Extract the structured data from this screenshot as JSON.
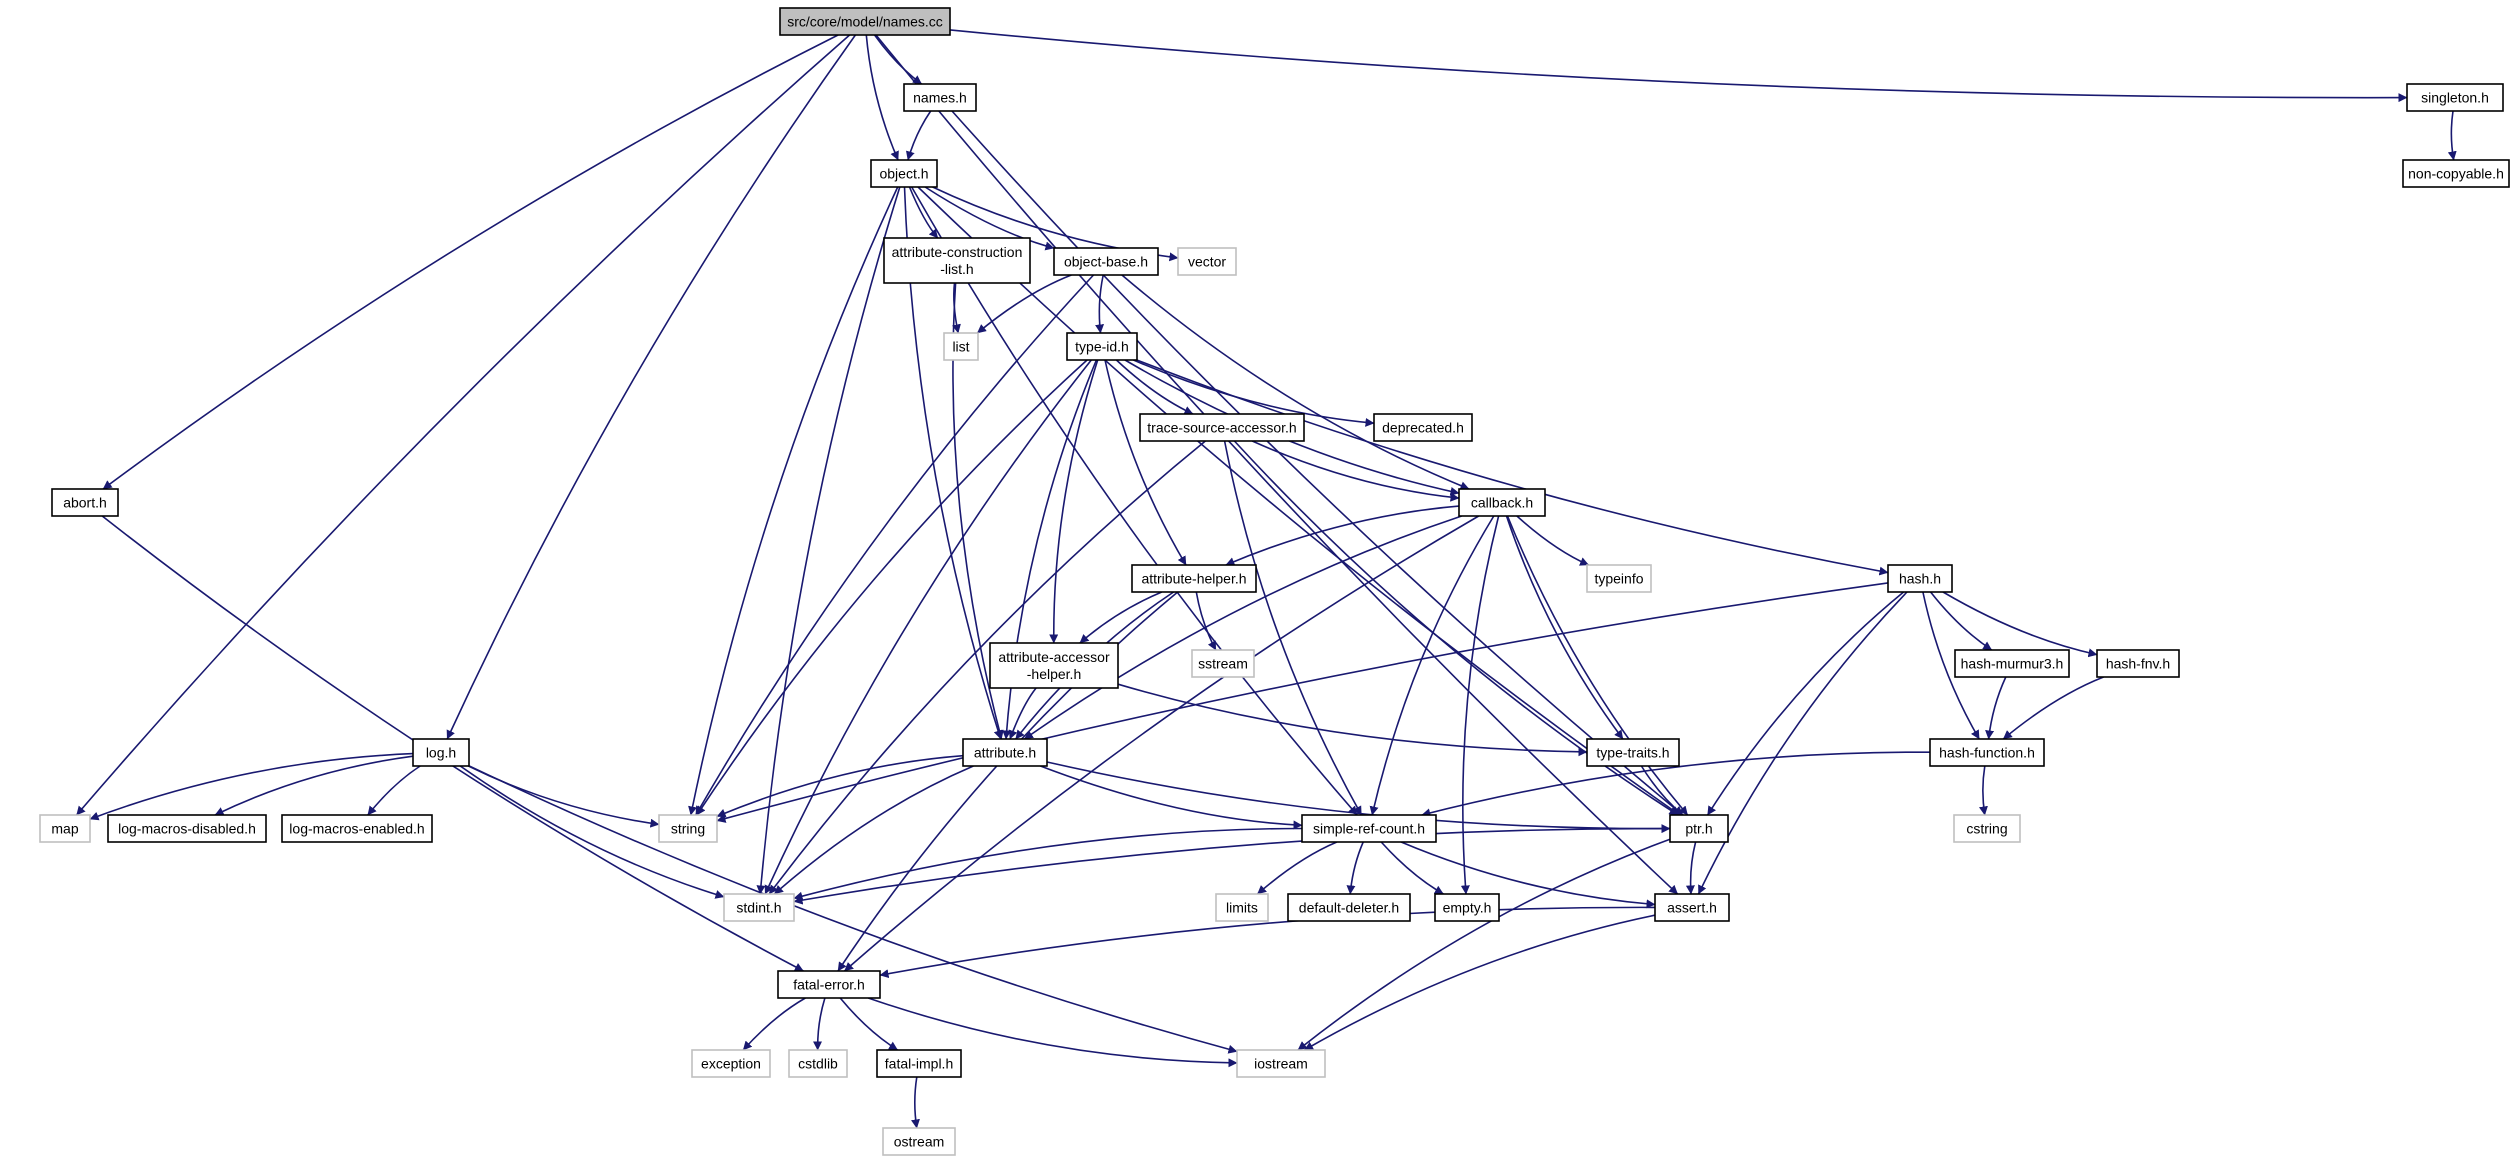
{
  "colors": {
    "edge": "#191970",
    "node_border": "#000000",
    "system_border": "#bfbfbf",
    "root_fill": "#bfbfbf",
    "background": "#ffffff"
  },
  "nodes": {
    "names_cc": {
      "label": [
        "src/core/model/names.cc"
      ],
      "kind": "root"
    },
    "names_h": {
      "label": [
        "names.h"
      ],
      "kind": "local"
    },
    "singleton_h": {
      "label": [
        "singleton.h"
      ],
      "kind": "local"
    },
    "non_copyable_h": {
      "label": [
        "non-copyable.h"
      ],
      "kind": "local"
    },
    "object_h": {
      "label": [
        "object.h"
      ],
      "kind": "local"
    },
    "attribute_construction_list_h": {
      "label": [
        "attribute-construction",
        "-list.h"
      ],
      "kind": "local"
    },
    "object_base_h": {
      "label": [
        "object-base.h"
      ],
      "kind": "local"
    },
    "vector": {
      "label": [
        "vector"
      ],
      "kind": "system"
    },
    "list": {
      "label": [
        "list"
      ],
      "kind": "system"
    },
    "type_id_h": {
      "label": [
        "type-id.h"
      ],
      "kind": "local"
    },
    "abort_h": {
      "label": [
        "abort.h"
      ],
      "kind": "local"
    },
    "trace_source_accessor_h": {
      "label": [
        "trace-source-accessor.h"
      ],
      "kind": "local"
    },
    "deprecated_h": {
      "label": [
        "deprecated.h"
      ],
      "kind": "local"
    },
    "callback_h": {
      "label": [
        "callback.h"
      ],
      "kind": "local"
    },
    "typeinfo": {
      "label": [
        "typeinfo"
      ],
      "kind": "system"
    },
    "attribute_helper_h": {
      "label": [
        "attribute-helper.h"
      ],
      "kind": "local"
    },
    "sstream": {
      "label": [
        "sstream"
      ],
      "kind": "system"
    },
    "hash_h": {
      "label": [
        "hash.h"
      ],
      "kind": "local"
    },
    "hash_murmur3_h": {
      "label": [
        "hash-murmur3.h"
      ],
      "kind": "local"
    },
    "hash_fnv_h": {
      "label": [
        "hash-fnv.h"
      ],
      "kind": "local"
    },
    "attribute_accessor_helper_h": {
      "label": [
        "attribute-accessor",
        "-helper.h"
      ],
      "kind": "local"
    },
    "type_traits_h": {
      "label": [
        "type-traits.h"
      ],
      "kind": "local"
    },
    "hash_function_h": {
      "label": [
        "hash-function.h"
      ],
      "kind": "local"
    },
    "log_h": {
      "label": [
        "log.h"
      ],
      "kind": "local"
    },
    "attribute_h": {
      "label": [
        "attribute.h"
      ],
      "kind": "local"
    },
    "map": {
      "label": [
        "map"
      ],
      "kind": "system"
    },
    "log_macros_disabled_h": {
      "label": [
        "log-macros-disabled.h"
      ],
      "kind": "local"
    },
    "log_macros_enabled_h": {
      "label": [
        "log-macros-enabled.h"
      ],
      "kind": "local"
    },
    "string": {
      "label": [
        "string"
      ],
      "kind": "system"
    },
    "simple_ref_count_h": {
      "label": [
        "simple-ref-count.h"
      ],
      "kind": "local"
    },
    "ptr_h": {
      "label": [
        "ptr.h"
      ],
      "kind": "local"
    },
    "cstring": {
      "label": [
        "cstring"
      ],
      "kind": "system"
    },
    "stdint_h": {
      "label": [
        "stdint.h"
      ],
      "kind": "system"
    },
    "limits": {
      "label": [
        "limits"
      ],
      "kind": "system"
    },
    "default_deleter_h": {
      "label": [
        "default-deleter.h"
      ],
      "kind": "local"
    },
    "empty_h": {
      "label": [
        "empty.h"
      ],
      "kind": "local"
    },
    "assert_h": {
      "label": [
        "assert.h"
      ],
      "kind": "local"
    },
    "fatal_error_h": {
      "label": [
        "fatal-error.h"
      ],
      "kind": "local"
    },
    "exception": {
      "label": [
        "exception"
      ],
      "kind": "system"
    },
    "cstdlib": {
      "label": [
        "cstdlib"
      ],
      "kind": "system"
    },
    "fatal_impl_h": {
      "label": [
        "fatal-impl.h"
      ],
      "kind": "local"
    },
    "iostream": {
      "label": [
        "iostream"
      ],
      "kind": "system"
    },
    "ostream": {
      "label": [
        "ostream"
      ],
      "kind": "system"
    }
  },
  "edges": [
    [
      "names_cc",
      "names_h"
    ],
    [
      "names_cc",
      "object_h"
    ],
    [
      "names_cc",
      "singleton_h"
    ],
    [
      "names_cc",
      "abort_h"
    ],
    [
      "names_cc",
      "log_h"
    ],
    [
      "names_cc",
      "map"
    ],
    [
      "names_cc",
      "assert_h"
    ],
    [
      "names_h",
      "object_h"
    ],
    [
      "names_h",
      "ptr_h"
    ],
    [
      "singleton_h",
      "non_copyable_h"
    ],
    [
      "object_h",
      "attribute_construction_list_h"
    ],
    [
      "object_h",
      "object_base_h"
    ],
    [
      "object_h",
      "vector"
    ],
    [
      "object_h",
      "attribute_h"
    ],
    [
      "object_h",
      "string"
    ],
    [
      "object_h",
      "stdint_h"
    ],
    [
      "object_h",
      "simple_ref_count_h"
    ],
    [
      "object_h",
      "ptr_h"
    ],
    [
      "attribute_construction_list_h",
      "list"
    ],
    [
      "attribute_construction_list_h",
      "attribute_h"
    ],
    [
      "object_base_h",
      "list"
    ],
    [
      "object_base_h",
      "type_id_h"
    ],
    [
      "object_base_h",
      "callback_h"
    ],
    [
      "object_base_h",
      "string"
    ],
    [
      "type_id_h",
      "trace_source_accessor_h"
    ],
    [
      "type_id_h",
      "deprecated_h"
    ],
    [
      "type_id_h",
      "callback_h"
    ],
    [
      "type_id_h",
      "hash_h"
    ],
    [
      "type_id_h",
      "attribute_helper_h"
    ],
    [
      "type_id_h",
      "attribute_accessor_helper_h"
    ],
    [
      "type_id_h",
      "attribute_h"
    ],
    [
      "type_id_h",
      "string"
    ],
    [
      "type_id_h",
      "stdint_h"
    ],
    [
      "trace_source_accessor_h",
      "callback_h"
    ],
    [
      "trace_source_accessor_h",
      "simple_ref_count_h"
    ],
    [
      "trace_source_accessor_h",
      "stdint_h"
    ],
    [
      "trace_source_accessor_h",
      "ptr_h"
    ],
    [
      "abort_h",
      "fatal_error_h"
    ],
    [
      "callback_h",
      "attribute_helper_h"
    ],
    [
      "callback_h",
      "typeinfo"
    ],
    [
      "callback_h",
      "type_traits_h"
    ],
    [
      "callback_h",
      "ptr_h"
    ],
    [
      "callback_h",
      "attribute_h"
    ],
    [
      "callback_h",
      "simple_ref_count_h"
    ],
    [
      "callback_h",
      "empty_h"
    ],
    [
      "callback_h",
      "fatal_error_h"
    ],
    [
      "attribute_helper_h",
      "attribute_accessor_helper_h"
    ],
    [
      "attribute_helper_h",
      "sstream"
    ],
    [
      "attribute_helper_h",
      "attribute_h"
    ],
    [
      "attribute_helper_h",
      "fatal_error_h"
    ],
    [
      "hash_h",
      "hash_murmur3_h"
    ],
    [
      "hash_h",
      "hash_fnv_h"
    ],
    [
      "hash_h",
      "hash_function_h"
    ],
    [
      "hash_h",
      "ptr_h"
    ],
    [
      "hash_h",
      "assert_h"
    ],
    [
      "hash_h",
      "string"
    ],
    [
      "hash_murmur3_h",
      "hash_function_h"
    ],
    [
      "hash_fnv_h",
      "hash_function_h"
    ],
    [
      "attribute_accessor_helper_h",
      "attribute_h"
    ],
    [
      "attribute_accessor_helper_h",
      "type_traits_h"
    ],
    [
      "type_traits_h",
      "ptr_h"
    ],
    [
      "hash_function_h",
      "cstring"
    ],
    [
      "hash_function_h",
      "simple_ref_count_h"
    ],
    [
      "log_h",
      "map"
    ],
    [
      "log_h",
      "log_macros_disabled_h"
    ],
    [
      "log_h",
      "log_macros_enabled_h"
    ],
    [
      "log_h",
      "string"
    ],
    [
      "log_h",
      "stdint_h"
    ],
    [
      "log_h",
      "iostream"
    ],
    [
      "attribute_h",
      "string"
    ],
    [
      "attribute_h",
      "stdint_h"
    ],
    [
      "attribute_h",
      "simple_ref_count_h"
    ],
    [
      "attribute_h",
      "ptr_h"
    ],
    [
      "simple_ref_count_h",
      "stdint_h"
    ],
    [
      "simple_ref_count_h",
      "limits"
    ],
    [
      "simple_ref_count_h",
      "default_deleter_h"
    ],
    [
      "simple_ref_count_h",
      "empty_h"
    ],
    [
      "simple_ref_count_h",
      "assert_h"
    ],
    [
      "ptr_h",
      "assert_h"
    ],
    [
      "ptr_h",
      "stdint_h"
    ],
    [
      "ptr_h",
      "iostream"
    ],
    [
      "assert_h",
      "fatal_error_h"
    ],
    [
      "assert_h",
      "iostream"
    ],
    [
      "fatal_error_h",
      "exception"
    ],
    [
      "fatal_error_h",
      "cstdlib"
    ],
    [
      "fatal_error_h",
      "fatal_impl_h"
    ],
    [
      "fatal_error_h",
      "iostream"
    ],
    [
      "fatal_impl_h",
      "ostream"
    ]
  ]
}
